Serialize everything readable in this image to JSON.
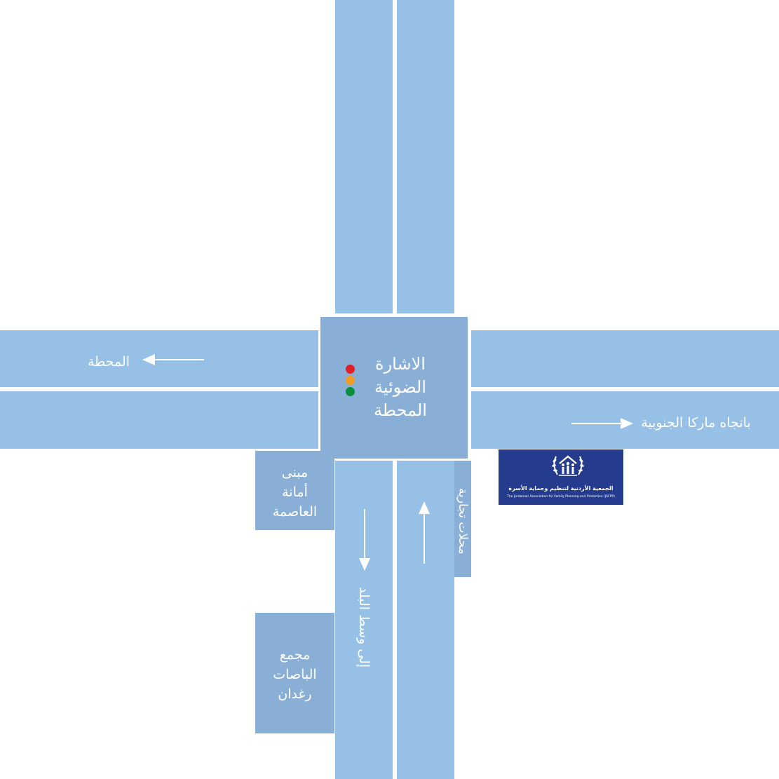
{
  "map": {
    "intersection": {
      "lines": [
        "الاشارة",
        "الضوئية",
        "المحطة"
      ],
      "signal_colors": {
        "red": "#e21f26",
        "amber": "#f39c1f",
        "green": "#0a8f3c"
      }
    },
    "directions": {
      "west": "المحطة",
      "east": "باتجاه ماركا الجنوبية",
      "south": "إلى وسط البلد"
    },
    "buildings": {
      "amanah": [
        "مبنى",
        "أمانة",
        "العاصمة"
      ],
      "bus_complex": [
        "مجمع",
        "الباصات",
        "رغدان"
      ],
      "shops": "محلات تجارية"
    },
    "logo": {
      "arabic": "الجمعية الأردنية لتنظيم وحماية الأسرة",
      "english": "The Jordanian Association for Family Planning and Protection (JAFPP)",
      "bg_color": "#253b8d"
    },
    "colors": {
      "road": "#97c0e6",
      "block": "#8aafd6",
      "background": "#ffffff"
    }
  }
}
